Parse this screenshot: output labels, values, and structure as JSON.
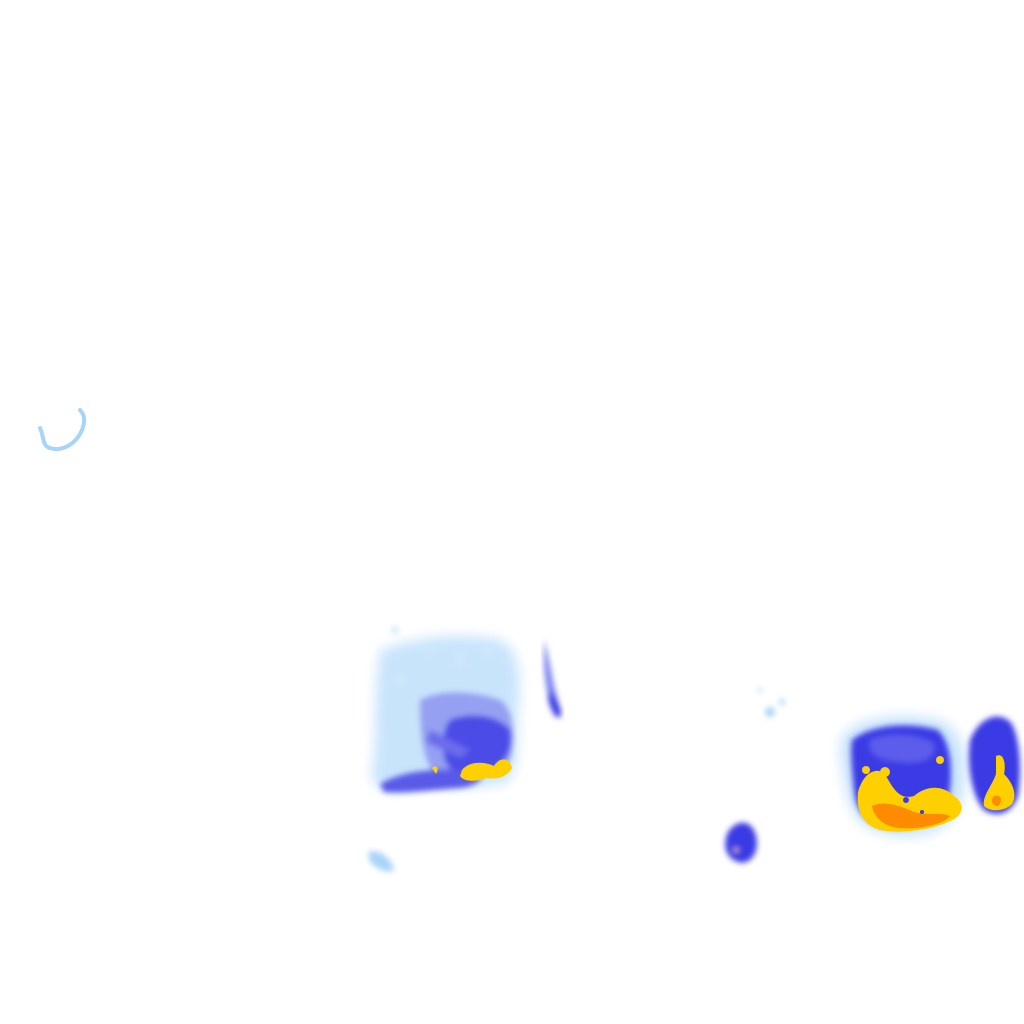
{
  "map": {
    "layer": "precipitation-radar-overlay",
    "background": "#ffffff",
    "intensity_scale": [
      {
        "level": "very-light",
        "color": "#a8d4f8"
      },
      {
        "level": "light",
        "color": "#7fb2f0"
      },
      {
        "level": "moderate",
        "color": "#3b3be6"
      },
      {
        "level": "heavy",
        "color": "#ffd000"
      },
      {
        "level": "very-heavy",
        "color": "#ff8c00"
      }
    ],
    "echoes": [
      {
        "id": "ring-west",
        "intensity": "very-light"
      },
      {
        "id": "cluster-central",
        "intensity": "moderate",
        "core": "heavy"
      },
      {
        "id": "streak-central",
        "intensity": "moderate"
      },
      {
        "id": "patch-south-central",
        "intensity": "very-light"
      },
      {
        "id": "cell-south-east",
        "intensity": "moderate"
      },
      {
        "id": "specks-east",
        "intensity": "very-light"
      },
      {
        "id": "storm-east",
        "intensity": "moderate",
        "core": "very-heavy"
      },
      {
        "id": "storm-far-east",
        "intensity": "moderate",
        "core": "heavy"
      }
    ]
  }
}
